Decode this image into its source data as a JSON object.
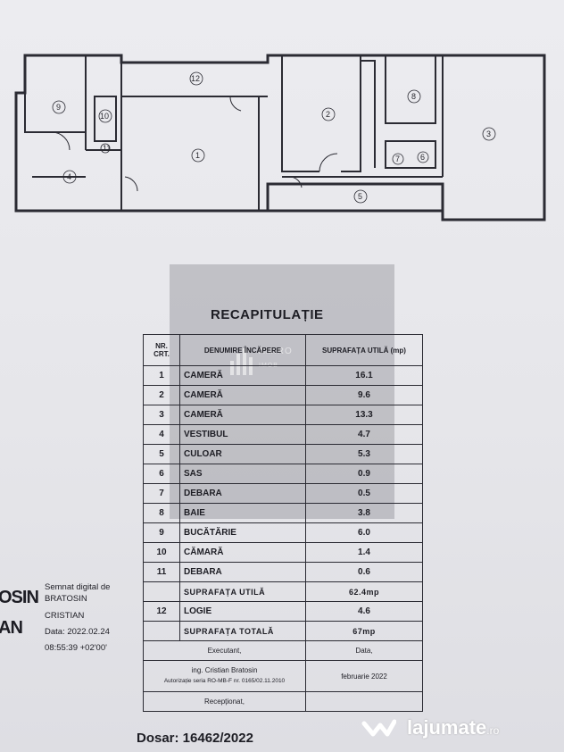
{
  "floor_plan": {
    "rooms": [
      "1",
      "2",
      "3",
      "4",
      "5",
      "6",
      "7",
      "8",
      "9",
      "10",
      "11",
      "12"
    ]
  },
  "recap": {
    "title": "RECAPITULAȚIE",
    "headers": {
      "nr": "NR. CRT.",
      "name": "DENUMIRE ÎNCĂPERE",
      "area": "SUPRAFAȚA UTILĂ (mp)"
    },
    "rows": [
      {
        "nr": "1",
        "name": "CAMERĂ",
        "area": "16.1"
      },
      {
        "nr": "2",
        "name": "CAMERĂ",
        "area": "9.6"
      },
      {
        "nr": "3",
        "name": "CAMERĂ",
        "area": "13.3"
      },
      {
        "nr": "4",
        "name": "VESTIBUL",
        "area": "4.7"
      },
      {
        "nr": "5",
        "name": "CULOAR",
        "area": "5.3"
      },
      {
        "nr": "6",
        "name": "SAS",
        "area": "0.9"
      },
      {
        "nr": "7",
        "name": "DEBARA",
        "area": "0.5"
      },
      {
        "nr": "8",
        "name": "BAIE",
        "area": "3.8"
      },
      {
        "nr": "9",
        "name": "BUCĂTĂRIE",
        "area": "6.0"
      },
      {
        "nr": "10",
        "name": "CĂMARĂ",
        "area": "1.4"
      },
      {
        "nr": "11",
        "name": "DEBARA",
        "area": "0.6"
      }
    ],
    "useful_total_label": "SUPRAFAȚA UTILĂ",
    "useful_total_value": "62.4mp",
    "logie": {
      "nr": "12",
      "name": "LOGIE",
      "area": "4.6"
    },
    "total_label": "SUPRAFAȚA TOTALĂ",
    "total_value": "67mp",
    "executant_label": "Executant,",
    "data_label": "Data,",
    "engineer": "ing. Cristian Bratosin",
    "authorization": "Autorizație seria RO-MB-F nr. 0165/02.11.2010",
    "date": "februarie 2022",
    "receptionat_label": "Recepționat,"
  },
  "signature": {
    "big_top": "OSIN",
    "big_bottom": "AN",
    "line1": "Semnat digital de",
    "line2": "BRATOSIN",
    "line3": "CRISTIAN",
    "line4": "Data: 2022.02.24",
    "line5": "08:55:39 +02'00'"
  },
  "dosar": "Dosar: 16462/2022",
  "watermark": {
    "name": "AMIRO",
    "sub": "IMOB"
  },
  "brand": {
    "name": "lajumate",
    "tld": ".ro",
    "color": "#ffffff"
  }
}
